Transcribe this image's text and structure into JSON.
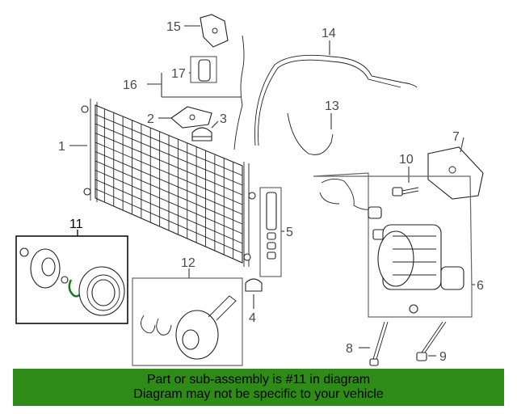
{
  "callouts": {
    "c1": "1",
    "c2": "2",
    "c3": "3",
    "c4": "4",
    "c5": "5",
    "c6": "6",
    "c7": "7",
    "c8": "8",
    "c9": "9",
    "c10": "10",
    "c11": "11",
    "c12": "12",
    "c13": "13",
    "c14": "14",
    "c15": "15",
    "c16": "16",
    "c17": "17"
  },
  "banner": {
    "line1": "Part or sub-assembly is #11 in diagram",
    "line2": "Diagram may not be specific to your vehicle",
    "color": "#2e8b18"
  },
  "highlight_color": "#1f7a1f"
}
